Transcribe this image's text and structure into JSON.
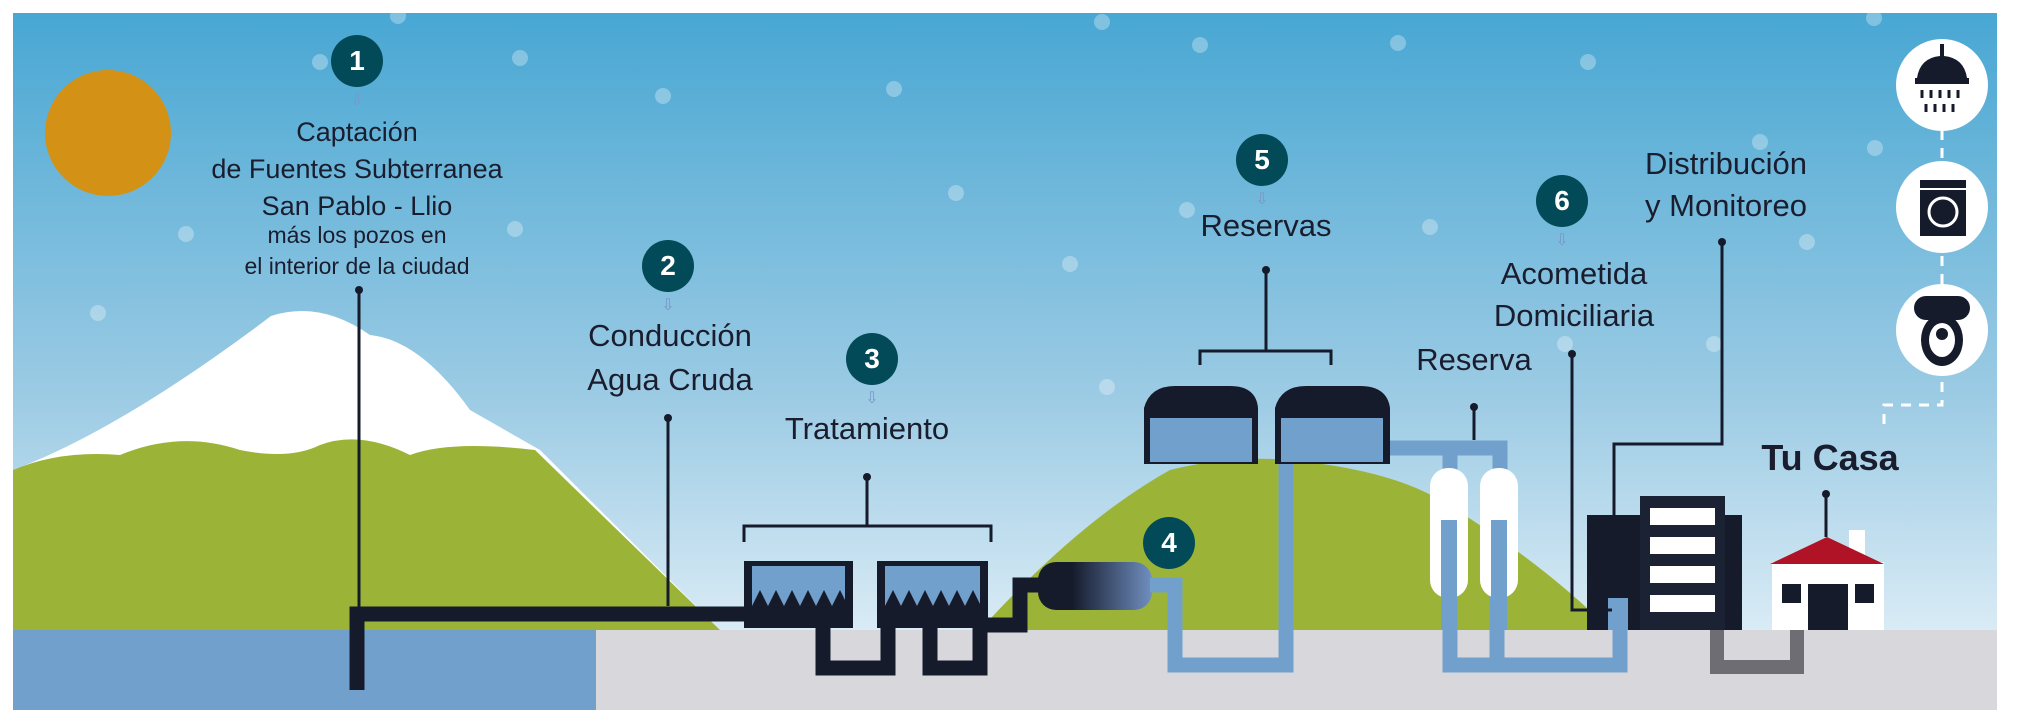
{
  "steps": [
    {
      "number": "1",
      "lines": [
        "Captación",
        "de Fuentes Subterranea",
        "San Pablo - Llio",
        "más los pozos en",
        "el interior de la ciudad"
      ]
    },
    {
      "number": "2",
      "lines": [
        "Conducción",
        "Agua Cruda"
      ]
    },
    {
      "number": "3",
      "lines": [
        "Tratamiento"
      ]
    },
    {
      "number": "4",
      "lines": []
    },
    {
      "number": "5",
      "lines": [
        "Reservas"
      ]
    },
    {
      "number": "6",
      "lines": [
        "Acometida",
        "Domiciliaria"
      ]
    }
  ],
  "labels": {
    "reserva": "Reserva",
    "distribucion": [
      "Distribución",
      "y Monitoreo"
    ],
    "tu_casa": "Tu Casa"
  },
  "icons": [
    "shower-icon",
    "washing-machine-icon",
    "toilet-icon"
  ],
  "colors": {
    "sky_top": "#48a7d3",
    "number_badge": "#024a57",
    "hill": "#9bb437",
    "dark_pipe": "#161b2c",
    "water_pipe": "#71a0cc",
    "sun": "#d39216",
    "roof": "#b01325"
  }
}
